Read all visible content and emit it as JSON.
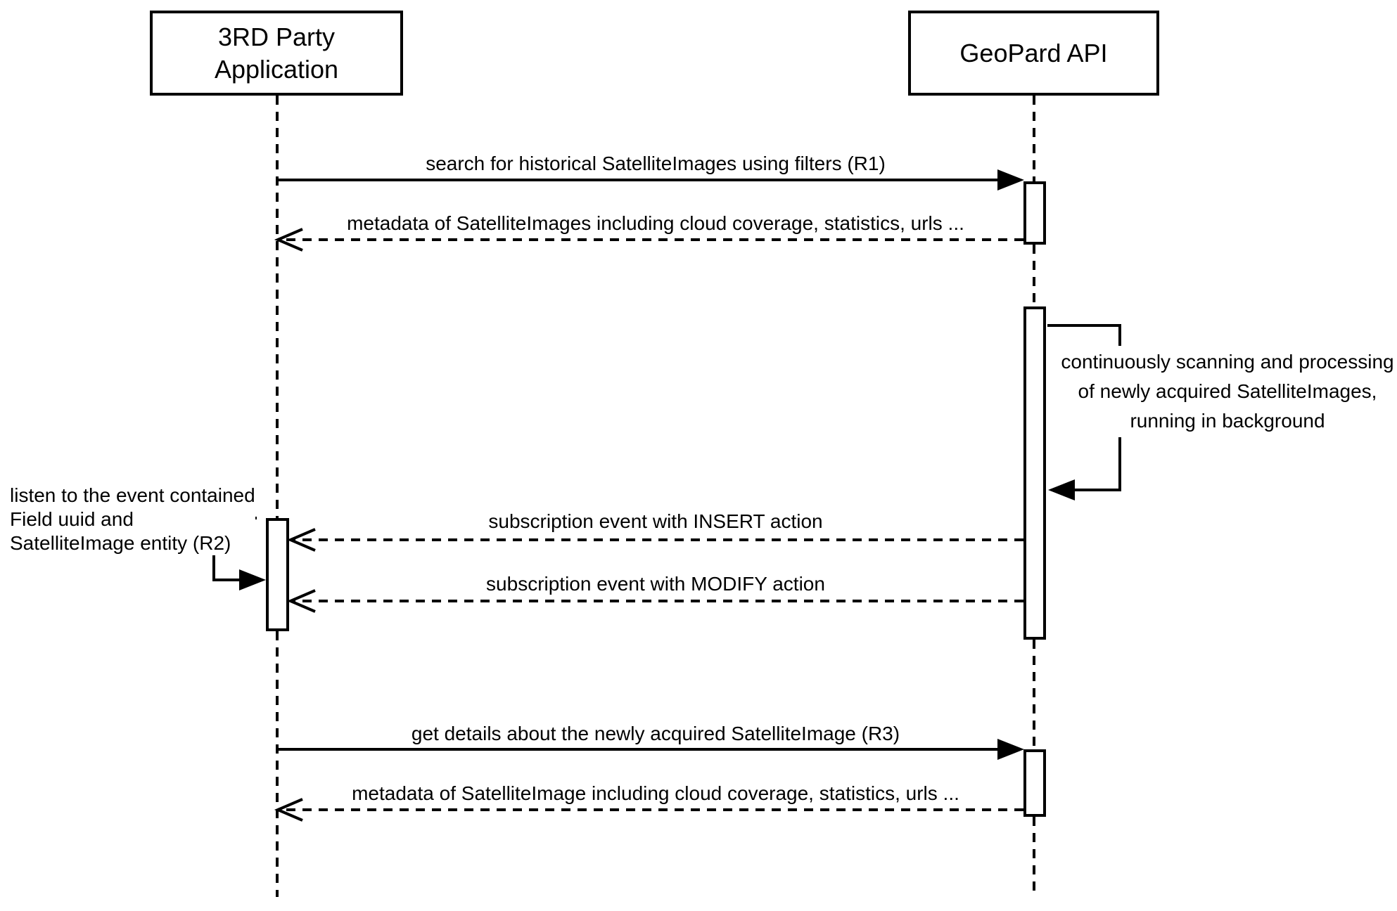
{
  "diagram": {
    "type": "uml-sequence-diagram",
    "colors": {
      "line": "#000000",
      "background": "#ffffff",
      "text": "#000000"
    },
    "participants": [
      {
        "id": "third-party-application",
        "name": "3RD Party Application",
        "lines": [
          "3RD Party",
          "Application"
        ]
      },
      {
        "id": "geopard-api",
        "name": "GeoPard API",
        "lines": [
          "GeoPard API"
        ]
      }
    ],
    "messages": [
      {
        "id": "m1",
        "from": "3RD Party Application",
        "to": "GeoPard API",
        "style": "solid",
        "label": "search for historical SatelliteImages using filters (R1)"
      },
      {
        "id": "r1",
        "from": "GeoPard API",
        "to": "3RD Party Application",
        "style": "dashed",
        "label": "metadata of SatelliteImages including cloud coverage, statistics, urls ..."
      },
      {
        "id": "self",
        "from": "GeoPard API",
        "to": "GeoPard API",
        "style": "self-loop",
        "label": "continuously scanning and processing of newly acquired SatelliteImages, running in background"
      },
      {
        "id": "insert",
        "from": "GeoPard API",
        "to": "3RD Party Application",
        "style": "dashed",
        "label": "subscription event with INSERT action"
      },
      {
        "id": "modify",
        "from": "GeoPard API",
        "to": "3RD Party Application",
        "style": "dashed",
        "label": "subscription event with MODIFY action"
      },
      {
        "id": "m3",
        "from": "3RD Party Application",
        "to": "GeoPard API",
        "style": "solid",
        "label": "get details about the newly acquired SatelliteImage (R3)"
      },
      {
        "id": "r3",
        "from": "GeoPard API",
        "to": "3RD Party Application",
        "style": "dashed",
        "label": "metadata of SatelliteImage including cloud coverage, statistics, urls ..."
      }
    ],
    "labels": {
      "m1": "search for historical SatelliteImages using filters (R1)",
      "r1": "metadata of SatelliteImages including cloud coverage, statistics, urls ...",
      "insert": "subscription event with INSERT action",
      "modify": "subscription event with MODIFY action",
      "m3": "get details about the newly acquired SatelliteImage (R3)",
      "r3": "metadata of SatelliteImage including cloud coverage, statistics, urls ..."
    },
    "notes": {
      "right": {
        "attached_to": "GeoPard API",
        "lines": [
          "continuously scanning and processing",
          "of newly acquired SatelliteImages,",
          "running in background"
        ]
      },
      "left": {
        "attached_to": "3RD Party Application",
        "lines": [
          "listen to the event contained",
          "Field uuid and",
          "SatelliteImage entity (R2)"
        ]
      }
    }
  }
}
